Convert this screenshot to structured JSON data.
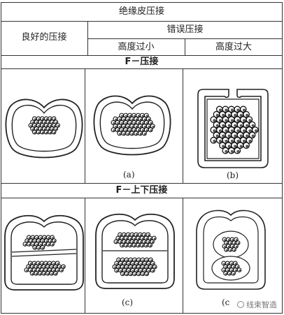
{
  "table": {
    "title": "绝缘皮压接",
    "good_header": "良好的压接",
    "wrong_header": "错误压接",
    "low_header": "高度过小",
    "high_header": "高度过大",
    "section_f": "F－压接",
    "section_fud": "F－上下压接"
  },
  "captions": {
    "a": "(a)",
    "b": "(b)",
    "c1": "(c)",
    "c2": "(c"
  },
  "watermark": {
    "text": "线束智造"
  }
}
